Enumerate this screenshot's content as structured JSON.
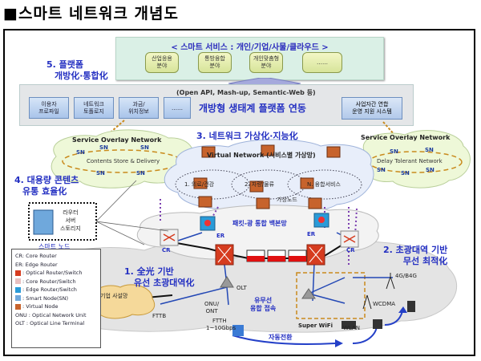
{
  "title": "■스마트 네트워크 개념도",
  "services": {
    "header": "< 스마트 서비스 : 개인/기업/사물/클라우드 >",
    "items": [
      "산업응용\n분야",
      "통방융합\n분야",
      "개인맞춤형\n분야",
      "……"
    ]
  },
  "platform": {
    "label_line1": "5. 플랫폼",
    "label_line2": "개방化·통합化",
    "subtitle": "(Open API, Mash-up, Semantic-Web 등)",
    "buttons": [
      "이용자\n프로파일",
      "네트워크\n토폴로지",
      "과금/\n위치정보",
      "……"
    ],
    "main_text": "개방형 생태계 플랫폼 연동",
    "right_box": "사업자간 연합\n운영 지원 시스템"
  },
  "overlay_left": {
    "title": "Service Overlay Network",
    "inner": "Contents Store & Delivery",
    "node_label": "SN"
  },
  "overlay_right": {
    "title": "Service Overlay Network",
    "inner": "Delay Tolerant Network",
    "node_label": "SN"
  },
  "virtual": {
    "heading": "3. 네트워크 가상化·지능化",
    "cloud_title": "Virtual Network (서비스별 가상망)",
    "slices": [
      "1. 의료/건강",
      "2. 자량/물류",
      "N. 융합서비스"
    ],
    "node_caption": "가상노드"
  },
  "content_dist": {
    "line1": "4. 대용량 콘텐츠",
    "line2": "유통 효율化",
    "smart_node_items": "라우터\n서버\n스토리지",
    "smart_node_caption": "스마트 노드"
  },
  "backbone": {
    "label": "패킷-광 통합 백본망",
    "er": "ER",
    "cr": "CR"
  },
  "wired": {
    "line1": "1. 全光 기반",
    "line2": "유선 초광대역化",
    "enterprise": "기업 사설망",
    "fttb": "FTTB",
    "onu": "ONU/\nONT",
    "olt": "OLT",
    "ftth": "FTTH",
    "speed": "1~10Gbps",
    "convergence": "유무선\n융합 접속",
    "handover": "자동전환"
  },
  "wireless": {
    "line1": "2. 초광대역 기반",
    "line2": "무선 최적化",
    "g4": "4G/B4G",
    "wcdma": "WCDMA",
    "wlan": "WLAN",
    "superwifi": "Super WiFi"
  },
  "legend": {
    "items": [
      "CR:  Core Router",
      "ER:  Edge Router",
      ": Optical Router/Switch",
      ": Core Router/Switch",
      ": Edge Router/Switch",
      ": Smart Node(SN)",
      ": Virtual Node",
      "ONU : Optical Network Unit",
      "OLT : Optical Line Terminal"
    ]
  },
  "colors": {
    "accent_blue": "#2430c2",
    "service_bg": "#daf0e6",
    "cloud_green": "#eef8d8",
    "cloud_blue": "#e8eefa",
    "cloud_grey": "#e6e6e6",
    "optical_red": "#d63c1f",
    "virtual_purple": "#7b3fb0",
    "dashed_orange": "#c98a1c"
  }
}
